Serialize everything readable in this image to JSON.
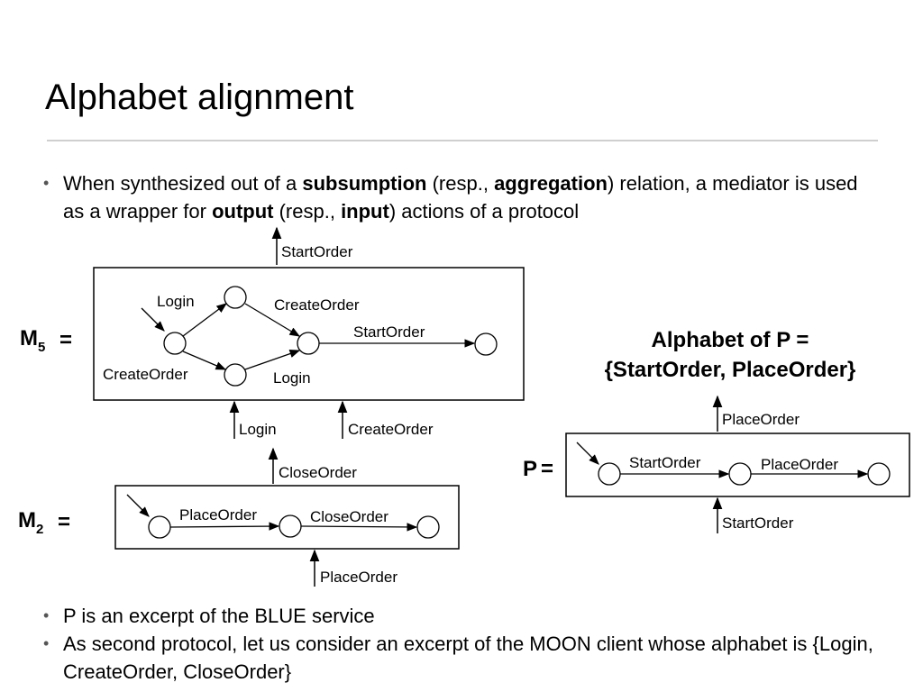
{
  "slide": {
    "title": "Alphabet alignment",
    "bullet_1": {
      "p1": "When synthesized out of a ",
      "b1": "subsumption",
      "p2": " (resp., ",
      "b2": "aggregation",
      "p3": ") relation, a mediator is used as a wrapper for ",
      "b3": "output",
      "p4": " (resp., ",
      "b4": "input",
      "p5": ") actions of a protocol"
    },
    "bullet_2": "P is an excerpt of the BLUE service",
    "bullet_3": "As second protocol, let us consider an excerpt of the MOON client whose alphabet is {Login, CreateOrder, CloseOrder}",
    "bullet_glyph": "•"
  },
  "m5": {
    "name": "M",
    "subscript": "5",
    "equals": "=",
    "output_label": "StartOrder",
    "input_labels": [
      "Login",
      "CreateOrder"
    ],
    "transitions": {
      "login_top": "Login",
      "createorder_top": "CreateOrder",
      "createorder_bottom": "CreateOrder",
      "login_bottom": "Login",
      "startorder": "StartOrder"
    }
  },
  "m2": {
    "name": "M",
    "subscript": "2",
    "equals": "=",
    "output_label": "CloseOrder",
    "input_label": "PlaceOrder",
    "transitions": {
      "placeorder": "PlaceOrder",
      "closeorder": "CloseOrder"
    }
  },
  "p": {
    "name": "P",
    "equals": "=",
    "output_label": "PlaceOrder",
    "input_label": "StartOrder",
    "transitions": {
      "startorder": "StartOrder",
      "placeorder": "PlaceOrder"
    }
  },
  "alphabet": {
    "line1": "Alphabet of P =",
    "line2": "{StartOrder, PlaceOrder}"
  }
}
